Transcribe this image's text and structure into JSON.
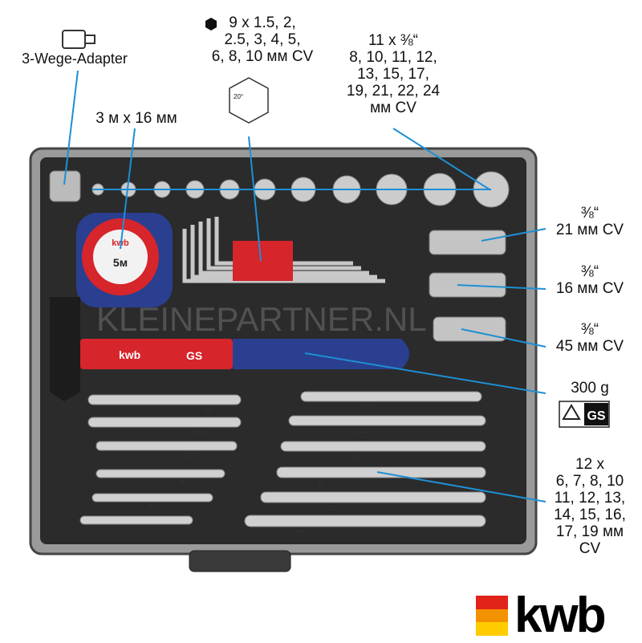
{
  "labels": {
    "adapter": "3-Wege-Adapter",
    "hex_keys": "9 x 1.5, 2,\n2.5, 3, 4, 5,\n6, 8, 10 мм CV",
    "hex_angle": "20°",
    "sockets": "11 x ⅜“\n8, 10, 11, 12,\n13, 15, 17,\n19, 21, 22, 24\nмм CV",
    "tape": "3 м x 16 мм",
    "socket_21": "⅜“\n21 мм CV",
    "socket_16": "⅜“\n16 мм CV",
    "socket_45": "⅜“\n45 мм CV",
    "hammer": "300 g",
    "wrenches": "12 x\n6, 7, 8, 10\n11, 12, 13,\n14, 15, 16,\n17, 19 мм\nCV"
  },
  "product": {
    "tape_brand": "kwb",
    "tape_length": "5м",
    "hammer_brand": "kwb",
    "hammer_mark": "GS",
    "wrench_sizes_left": [
      "12",
      "11",
      "10",
      "8",
      "7"
    ],
    "wrench_sizes_right": [
      "13",
      "14",
      "15",
      "16",
      "17",
      "19"
    ]
  },
  "watermark": "KLEINEPARTNER.NL",
  "brand": {
    "logo": "kwb",
    "colors": [
      "#e2231a",
      "#f39200",
      "#ffcc00"
    ]
  },
  "colors": {
    "leader": "#1e8fd4",
    "foam": "#2b2b2b",
    "accent_red": "#d6252b",
    "accent_blue": "#2a3f8f"
  }
}
